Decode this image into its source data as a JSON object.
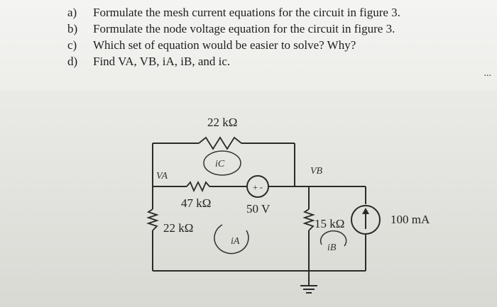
{
  "questions": [
    {
      "letter": "a)",
      "text": "Formulate the mesh current equations for the circuit in figure 3."
    },
    {
      "letter": "b)",
      "text": "Formulate the node voltage equation for the circuit in figure 3."
    },
    {
      "letter": "c)",
      "text": "Which set of equation would be easier to solve? Why?"
    },
    {
      "letter": "d)",
      "text": "Find VA, VB, iA, iB, and ic."
    }
  ],
  "circuit": {
    "r_top": "22 kΩ",
    "r_mid": "47 kΩ",
    "r_left": "22 kΩ",
    "r_right": "15 kΩ",
    "source_v": "50 V",
    "source_i": "100 mA",
    "node_a": "VA",
    "node_b": "VB",
    "mesh_c": "iC",
    "mesh_a": "iA",
    "mesh_b": "iB",
    "polarity": "+ -"
  },
  "corner_mark": "..."
}
